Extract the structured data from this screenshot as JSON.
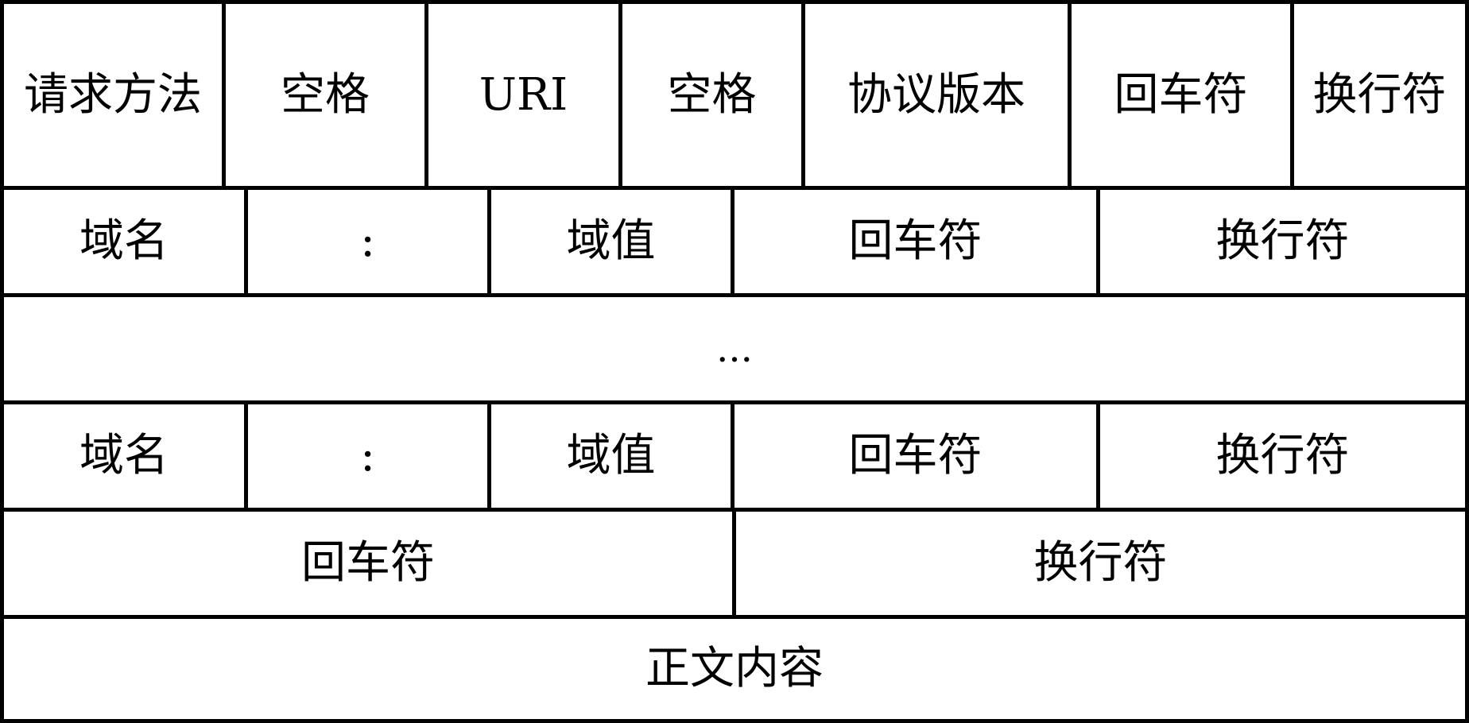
{
  "request_line": {
    "method": "请求方法",
    "space_1": "空格",
    "uri": "URI",
    "space_2": "空格",
    "protocol_version": "协议版本",
    "carriage_return": "回车符",
    "line_feed": "换行符"
  },
  "header_line_1": {
    "field_name": "域名",
    "colon": ":",
    "field_value": "域值",
    "carriage_return": "回车符",
    "line_feed": "换行符"
  },
  "ellipsis": "...",
  "header_line_n": {
    "field_name": "域名",
    "colon": ":",
    "field_value": "域值",
    "carriage_return": "回车符",
    "line_feed": "换行符"
  },
  "blank_line": {
    "carriage_return": "回车符",
    "line_feed": "换行符"
  },
  "body": {
    "content": "正文内容"
  }
}
